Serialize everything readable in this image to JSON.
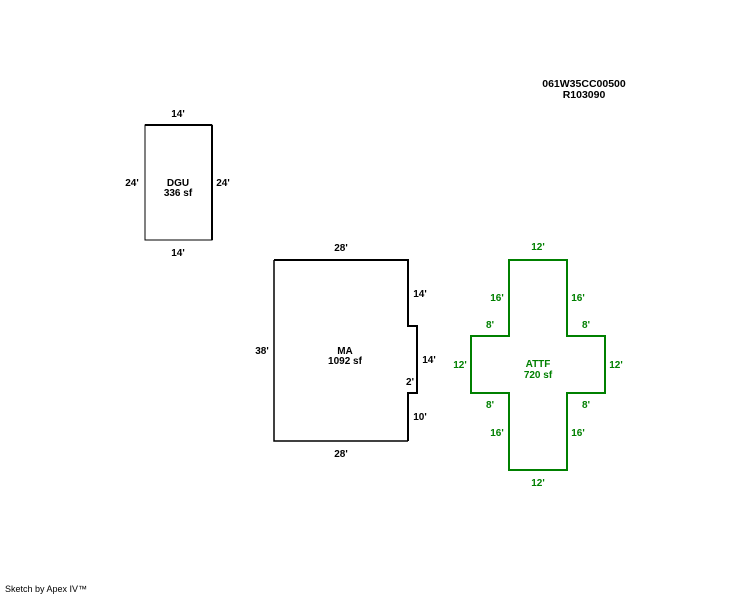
{
  "parcel": {
    "id": "061W35CC00500",
    "ref": "R103090"
  },
  "colors": {
    "building": "#000000",
    "attachment": "#008000"
  },
  "areas": {
    "dgu": {
      "name": "DGU",
      "area": "336 sf",
      "dims": {
        "top": "14'",
        "bottom": "14'",
        "left": "24'",
        "right": "24'"
      }
    },
    "ma": {
      "name": "MA",
      "area": "1092 sf",
      "dims": {
        "top": "28'",
        "bottom": "28'",
        "left": "38'",
        "right_upper": "14'",
        "right_middle": "14'",
        "notch": "2'",
        "right_lower": "10'"
      }
    },
    "attf": {
      "name": "ATTF",
      "area": "720 sf",
      "dims": {
        "top": "12'",
        "bottom": "12'",
        "left": "12'",
        "right": "12'",
        "upper_left_vertical": "16'",
        "upper_right_vertical": "16'",
        "upper_left_arm": "8'",
        "upper_right_arm": "8'",
        "lower_left_arm": "8'",
        "lower_right_arm": "8'",
        "lower_left_vertical": "16'",
        "lower_right_vertical": "16'"
      }
    }
  },
  "credit": "Sketch by Apex IV™"
}
